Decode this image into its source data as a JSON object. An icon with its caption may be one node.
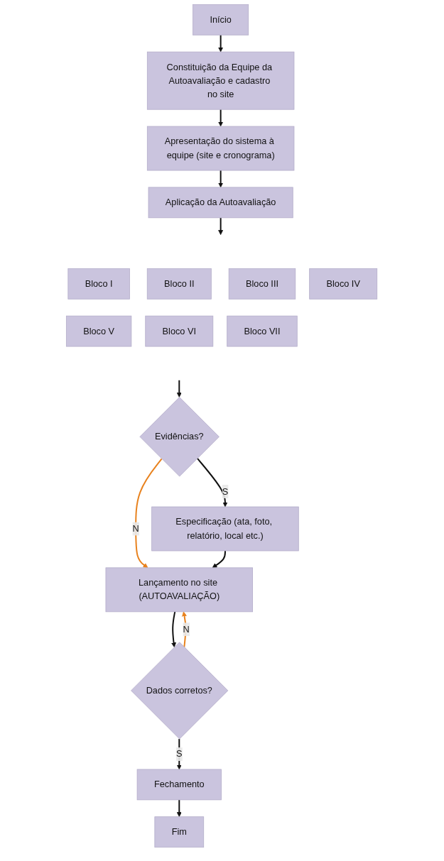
{
  "diagram": {
    "nodes": [
      {
        "text": [
          "Início"
        ]
      },
      {
        "text": [
          "Constituição da Equipe da Autoavaliação e cadastro no site"
        ]
      },
      {
        "text": [
          "Apresentação do sistema à equipe (site e cronograma)"
        ]
      },
      {
        "text": [
          "Aplicação da Autoavaliação"
        ]
      },
      {
        "text": [
          "Bloco I"
        ]
      },
      {
        "text": [
          "Bloco II"
        ]
      },
      {
        "text": [
          "Bloco III"
        ]
      },
      {
        "text": [
          "Bloco IV"
        ]
      },
      {
        "text": [
          "Bloco V"
        ]
      },
      {
        "text": [
          "Bloco VI"
        ]
      },
      {
        "text": [
          "Bloco VII"
        ]
      },
      {
        "text": [
          "Evidências?"
        ]
      },
      {
        "text": [
          "Especificação (ata, foto, relatório, local etc.)"
        ]
      },
      {
        "text": [
          "Lançamento no site (AUTOAVALIAÇÃO)"
        ]
      },
      {
        "text": [
          "Dados corretos?"
        ]
      },
      {
        "text": [
          "Fechamento"
        ]
      },
      {
        "text": [
          "Fim"
        ]
      }
    ],
    "edges": [
      {
        "from": 0,
        "to": 1,
        "arrow": "to"
      },
      {
        "from": 1,
        "to": 2,
        "arrow": "to"
      },
      {
        "from": 2,
        "to": 3,
        "arrow": "to"
      },
      {
        "from": 3,
        "to": null,
        "arrow": "to"
      },
      {
        "from": null,
        "to": 11,
        "arrow": "to"
      },
      {
        "from": 11,
        "to": 12,
        "arrow": "to",
        "label": "S"
      },
      {
        "from": 11,
        "to": 13,
        "arrow": "to",
        "label": "N",
        "color": "#e8821e"
      },
      {
        "from": 12,
        "to": 13,
        "arrow": "to"
      },
      {
        "from": 13,
        "to": 14,
        "arrow": "to"
      },
      {
        "from": 14,
        "to": 13,
        "arrow": "to",
        "label": "N",
        "color": "#e8821e"
      },
      {
        "from": 14,
        "to": 15,
        "arrow": "to",
        "label": "S"
      },
      {
        "from": 15,
        "to": 16,
        "arrow": "to"
      }
    ]
  }
}
